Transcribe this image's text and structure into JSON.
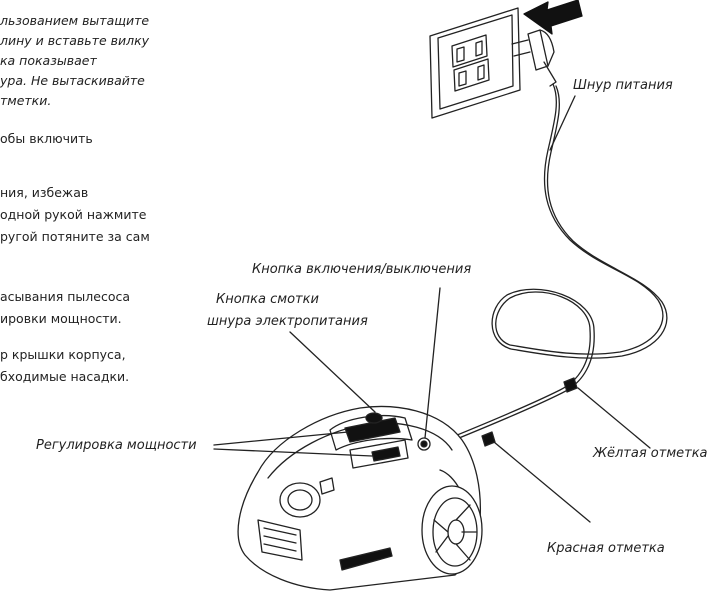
{
  "instructions": [
    {
      "lines": [
        "льзованием вытащите",
        "лину и вставьте вилку",
        "ка показывает",
        "ура. Не вытаскивайте",
        "тметки."
      ],
      "italic": true
    },
    {
      "lines": [
        "обы включить"
      ],
      "italic": false
    },
    {
      "lines": [
        "ния, избежав",
        "одной рукой нажмите",
        "ругой потяните за сам"
      ],
      "italic": false
    },
    {
      "lines": [
        "асывания пылесоса",
        "ировки мощности."
      ],
      "italic": false
    },
    {
      "lines": [
        "р крышки корпуса,",
        "бходимые насадки."
      ],
      "italic": false
    }
  ],
  "labels": {
    "power_cord": "Шнур питания",
    "power_button": "Кнопка включения/выключения",
    "cord_rewind_line1": "Кнопка смотки",
    "cord_rewind_line2": "шнура электропитания",
    "power_regulator": "Регулировка мощности",
    "yellow_mark": "Жёлтая отметка",
    "red_mark": "Красная отметка"
  }
}
